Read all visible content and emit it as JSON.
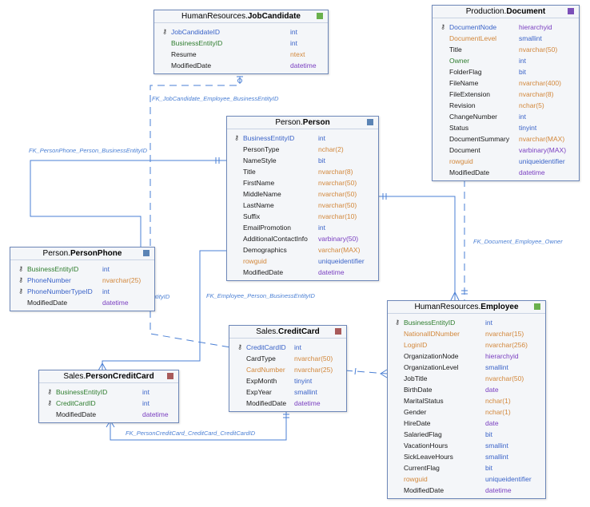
{
  "colors": {
    "relationship_line": "#4a7fd4",
    "entity_border": "#6d87b8",
    "entity_fill": "#f4f6f9"
  },
  "entities": {
    "job_candidate": {
      "schema": "HumanResources.",
      "name": "JobCandidate",
      "marker_color": "#6ab04c",
      "fields": [
        {
          "name": "JobCandidateID",
          "type": "int",
          "pk": true,
          "name_color": "blue",
          "type_color": "blue"
        },
        {
          "name": "BusinessEntityID",
          "type": "int",
          "pk": false,
          "name_color": "green",
          "type_color": "blue"
        },
        {
          "name": "Resume",
          "type": "ntext",
          "pk": false,
          "name_color": "black",
          "type_color": "orange"
        },
        {
          "name": "ModifiedDate",
          "type": "datetime",
          "pk": false,
          "name_color": "black",
          "type_color": "purple"
        }
      ]
    },
    "document": {
      "schema": "Production.",
      "name": "Document",
      "marker_color": "#7b4fb8",
      "fields": [
        {
          "name": "DocumentNode",
          "type": "hierarchyid",
          "pk": true,
          "name_color": "blue",
          "type_color": "purple"
        },
        {
          "name": "DocumentLevel",
          "type": "smallint",
          "pk": false,
          "name_color": "orange",
          "type_color": "blue"
        },
        {
          "name": "Title",
          "type": "nvarchar(50)",
          "pk": false,
          "name_color": "black",
          "type_color": "orange"
        },
        {
          "name": "Owner",
          "type": "int",
          "pk": false,
          "name_color": "green",
          "type_color": "blue"
        },
        {
          "name": "FolderFlag",
          "type": "bit",
          "pk": false,
          "name_color": "black",
          "type_color": "blue"
        },
        {
          "name": "FileName",
          "type": "nvarchar(400)",
          "pk": false,
          "name_color": "black",
          "type_color": "orange"
        },
        {
          "name": "FileExtension",
          "type": "nvarchar(8)",
          "pk": false,
          "name_color": "black",
          "type_color": "orange"
        },
        {
          "name": "Revision",
          "type": "nchar(5)",
          "pk": false,
          "name_color": "black",
          "type_color": "orange"
        },
        {
          "name": "ChangeNumber",
          "type": "int",
          "pk": false,
          "name_color": "black",
          "type_color": "blue"
        },
        {
          "name": "Status",
          "type": "tinyint",
          "pk": false,
          "name_color": "black",
          "type_color": "blue"
        },
        {
          "name": "DocumentSummary",
          "type": "nvarchar(MAX)",
          "pk": false,
          "name_color": "black",
          "type_color": "orange"
        },
        {
          "name": "Document",
          "type": "varbinary(MAX)",
          "pk": false,
          "name_color": "black",
          "type_color": "purple"
        },
        {
          "name": "rowguid",
          "type": "uniqueidentifier",
          "pk": false,
          "name_color": "orange",
          "type_color": "blue"
        },
        {
          "name": "ModifiedDate",
          "type": "datetime",
          "pk": false,
          "name_color": "black",
          "type_color": "purple"
        }
      ]
    },
    "person": {
      "schema": "Person.",
      "name": "Person",
      "marker_color": "#5b84b5",
      "fields": [
        {
          "name": "BusinessEntityID",
          "type": "int",
          "pk": true,
          "name_color": "blue",
          "type_color": "blue"
        },
        {
          "name": "PersonType",
          "type": "nchar(2)",
          "pk": false,
          "name_color": "black",
          "type_color": "orange"
        },
        {
          "name": "NameStyle",
          "type": "bit",
          "pk": false,
          "name_color": "black",
          "type_color": "blue"
        },
        {
          "name": "Title",
          "type": "nvarchar(8)",
          "pk": false,
          "name_color": "black",
          "type_color": "orange"
        },
        {
          "name": "FirstName",
          "type": "nvarchar(50)",
          "pk": false,
          "name_color": "black",
          "type_color": "orange"
        },
        {
          "name": "MiddleName",
          "type": "nvarchar(50)",
          "pk": false,
          "name_color": "black",
          "type_color": "orange"
        },
        {
          "name": "LastName",
          "type": "nvarchar(50)",
          "pk": false,
          "name_color": "black",
          "type_color": "orange"
        },
        {
          "name": "Suffix",
          "type": "nvarchar(10)",
          "pk": false,
          "name_color": "black",
          "type_color": "orange"
        },
        {
          "name": "EmailPromotion",
          "type": "int",
          "pk": false,
          "name_color": "black",
          "type_color": "blue"
        },
        {
          "name": "AdditionalContactInfo",
          "type": "varbinary(50)",
          "pk": false,
          "name_color": "black",
          "type_color": "purple"
        },
        {
          "name": "Demographics",
          "type": "varchar(MAX)",
          "pk": false,
          "name_color": "black",
          "type_color": "orange"
        },
        {
          "name": "rowguid",
          "type": "uniqueidentifier",
          "pk": false,
          "name_color": "orange",
          "type_color": "blue"
        },
        {
          "name": "ModifiedDate",
          "type": "datetime",
          "pk": false,
          "name_color": "black",
          "type_color": "purple"
        }
      ]
    },
    "person_phone": {
      "schema": "Person.",
      "name": "PersonPhone",
      "marker_color": "#5b84b5",
      "fields": [
        {
          "name": "BusinessEntityID",
          "type": "int",
          "pk": true,
          "name_color": "green",
          "type_color": "blue"
        },
        {
          "name": "PhoneNumber",
          "type": "nvarchar(25)",
          "pk": true,
          "name_color": "blue",
          "type_color": "orange"
        },
        {
          "name": "PhoneNumberTypeID",
          "type": "int",
          "pk": true,
          "name_color": "blue",
          "type_color": "blue"
        },
        {
          "name": "ModifiedDate",
          "type": "datetime",
          "pk": false,
          "name_color": "black",
          "type_color": "purple"
        }
      ]
    },
    "credit_card": {
      "schema": "Sales.",
      "name": "CreditCard",
      "marker_color": "#a85a5a",
      "fields": [
        {
          "name": "CreditCardID",
          "type": "int",
          "pk": true,
          "name_color": "blue",
          "type_color": "blue"
        },
        {
          "name": "CardType",
          "type": "nvarchar(50)",
          "pk": false,
          "name_color": "black",
          "type_color": "orange"
        },
        {
          "name": "CardNumber",
          "type": "nvarchar(25)",
          "pk": false,
          "name_color": "orange",
          "type_color": "orange"
        },
        {
          "name": "ExpMonth",
          "type": "tinyint",
          "pk": false,
          "name_color": "black",
          "type_color": "blue"
        },
        {
          "name": "ExpYear",
          "type": "smallint",
          "pk": false,
          "name_color": "black",
          "type_color": "blue"
        },
        {
          "name": "ModifiedDate",
          "type": "datetime",
          "pk": false,
          "name_color": "black",
          "type_color": "purple"
        }
      ]
    },
    "person_credit_card": {
      "schema": "Sales.",
      "name": "PersonCreditCard",
      "marker_color": "#a85a5a",
      "fields": [
        {
          "name": "BusinessEntityID",
          "type": "int",
          "pk": true,
          "name_color": "green",
          "type_color": "blue"
        },
        {
          "name": "CreditCardID",
          "type": "int",
          "pk": true,
          "name_color": "green",
          "type_color": "blue"
        },
        {
          "name": "ModifiedDate",
          "type": "datetime",
          "pk": false,
          "name_color": "black",
          "type_color": "purple"
        }
      ]
    },
    "employee": {
      "schema": "HumanResources.",
      "name": "Employee",
      "marker_color": "#6ab04c",
      "fields": [
        {
          "name": "BusinessEntityID",
          "type": "int",
          "pk": true,
          "name_color": "green",
          "type_color": "blue"
        },
        {
          "name": "NationalIDNumber",
          "type": "nvarchar(15)",
          "pk": false,
          "name_color": "orange",
          "type_color": "orange"
        },
        {
          "name": "LoginID",
          "type": "nvarchar(256)",
          "pk": false,
          "name_color": "orange",
          "type_color": "orange"
        },
        {
          "name": "OrganizationNode",
          "type": "hierarchyid",
          "pk": false,
          "name_color": "black",
          "type_color": "purple"
        },
        {
          "name": "OrganizationLevel",
          "type": "smallint",
          "pk": false,
          "name_color": "black",
          "type_color": "blue"
        },
        {
          "name": "JobTitle",
          "type": "nvarchar(50)",
          "pk": false,
          "name_color": "black",
          "type_color": "orange"
        },
        {
          "name": "BirthDate",
          "type": "date",
          "pk": false,
          "name_color": "black",
          "type_color": "purple"
        },
        {
          "name": "MaritalStatus",
          "type": "nchar(1)",
          "pk": false,
          "name_color": "black",
          "type_color": "orange"
        },
        {
          "name": "Gender",
          "type": "nchar(1)",
          "pk": false,
          "name_color": "black",
          "type_color": "orange"
        },
        {
          "name": "HireDate",
          "type": "date",
          "pk": false,
          "name_color": "black",
          "type_color": "purple"
        },
        {
          "name": "SalariedFlag",
          "type": "bit",
          "pk": false,
          "name_color": "black",
          "type_color": "blue"
        },
        {
          "name": "VacationHours",
          "type": "smallint",
          "pk": false,
          "name_color": "black",
          "type_color": "blue"
        },
        {
          "name": "SickLeaveHours",
          "type": "smallint",
          "pk": false,
          "name_color": "black",
          "type_color": "blue"
        },
        {
          "name": "CurrentFlag",
          "type": "bit",
          "pk": false,
          "name_color": "black",
          "type_color": "blue"
        },
        {
          "name": "rowguid",
          "type": "uniqueidentifier",
          "pk": false,
          "name_color": "orange",
          "type_color": "blue"
        },
        {
          "name": "ModifiedDate",
          "type": "datetime",
          "pk": false,
          "name_color": "black",
          "type_color": "purple"
        }
      ]
    }
  },
  "relationships": {
    "fk_jobcandidate_employee": "FK_JobCandidate_Employee_BusinessEntityID",
    "fk_personphone_person": "FK_PersonPhone_Person_BusinessEntityID",
    "fk_document_employee": "FK_Document_Employee_Owner",
    "fk_employee_person": "FK_Employee_Person_BusinessEntityID",
    "fk_personcreditcard_creditcard": "FK_PersonCreditCard_CreditCard_CreditCardID",
    "fk_personcreditcard_person_fragment": "ntityID"
  }
}
